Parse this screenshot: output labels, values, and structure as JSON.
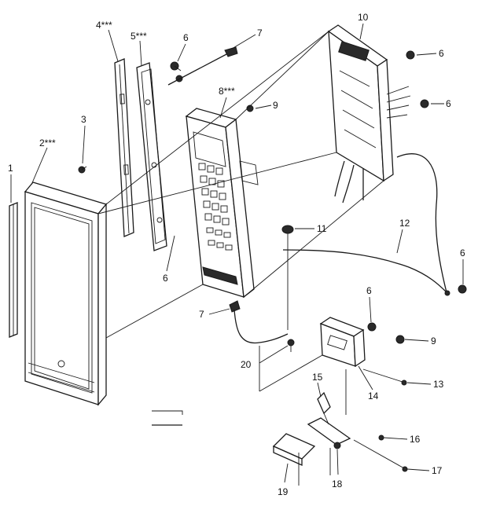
{
  "callouts": [
    {
      "id": "1",
      "text": "1"
    },
    {
      "id": "2",
      "text": "2***"
    },
    {
      "id": "3",
      "text": "3"
    },
    {
      "id": "4",
      "text": "4***"
    },
    {
      "id": "5",
      "text": "5***"
    },
    {
      "id": "6a",
      "text": "6"
    },
    {
      "id": "7a",
      "text": "7"
    },
    {
      "id": "8",
      "text": "8***"
    },
    {
      "id": "9a",
      "text": "9"
    },
    {
      "id": "10",
      "text": "10"
    },
    {
      "id": "6b",
      "text": "6"
    },
    {
      "id": "6c",
      "text": "6"
    },
    {
      "id": "6d",
      "text": "6"
    },
    {
      "id": "11",
      "text": "11"
    },
    {
      "id": "12",
      "text": "12"
    },
    {
      "id": "6e",
      "text": "6"
    },
    {
      "id": "7b",
      "text": "7"
    },
    {
      "id": "6f",
      "text": "6"
    },
    {
      "id": "9b",
      "text": "9"
    },
    {
      "id": "20",
      "text": "20"
    },
    {
      "id": "14",
      "text": "14"
    },
    {
      "id": "13",
      "text": "13"
    },
    {
      "id": "15",
      "text": "15"
    },
    {
      "id": "16",
      "text": "16"
    },
    {
      "id": "17",
      "text": "17"
    },
    {
      "id": "18",
      "text": "18"
    },
    {
      "id": "19",
      "text": "19"
    }
  ]
}
